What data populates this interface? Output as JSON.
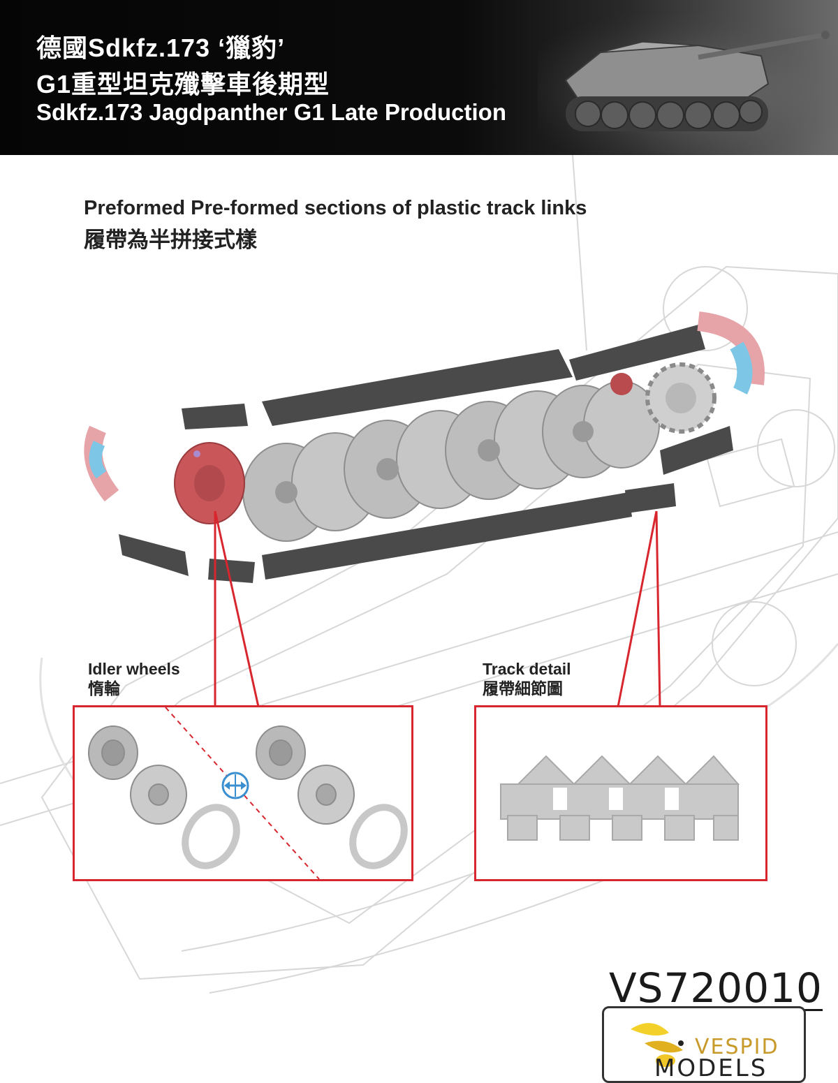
{
  "header": {
    "title_zh_line1": "德國Sdkfz.173 ‘獵豹’",
    "title_zh_line2": "G1重型坦克殲擊車後期型",
    "title_en": "Sdkfz.173 Jagdpanther G1 Late Production"
  },
  "subtitle": {
    "en": "Preformed Pre-formed sections of plastic track links",
    "zh": "履帶為半拼接式樣"
  },
  "callouts": {
    "idler": {
      "en": "Idler wheels",
      "zh": "惰輪"
    },
    "track": {
      "en": "Track detail",
      "zh": "履帶細節圖"
    }
  },
  "product_code": "VS720010",
  "brand": {
    "line1": "VESPID",
    "line2": "MODELS"
  },
  "colors": {
    "accent_red": "#d8262e",
    "track_grey": "#4a4a4a",
    "wheel_grey": "#bdbdbd",
    "idler_red": "#c9575a",
    "pink": "#e6a3a8",
    "blue": "#7ec6e6",
    "logo_gold": "#c89a2a"
  }
}
